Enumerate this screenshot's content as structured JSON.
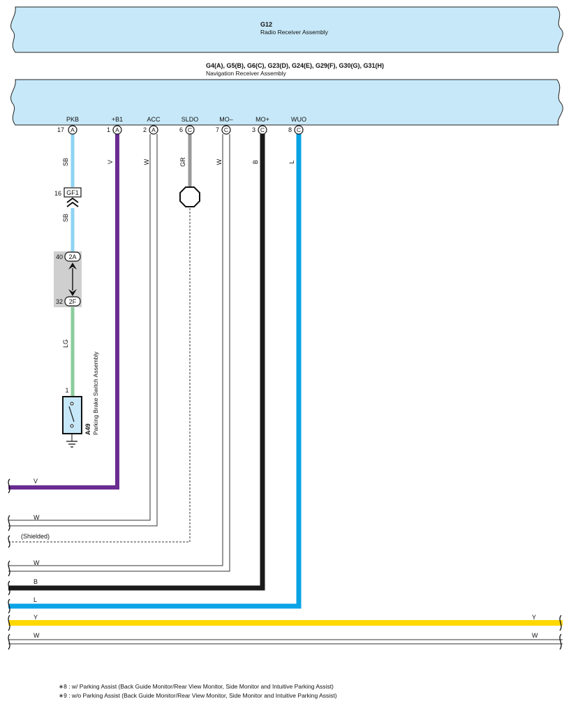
{
  "colors": {
    "assembly_fill": "#c7e8f8",
    "wire_SB": "#8fd3f2",
    "wire_V": "#6a2c91",
    "wire_W": "#444444",
    "wire_GR": "#9a9a9a",
    "wire_B": "#1a1a1a",
    "wire_L": "#0aa3e6",
    "wire_LG": "#8ccc9c",
    "wire_Y": "#ffd800",
    "connector_block": "#cfcfcf"
  },
  "radio": {
    "id": "G12",
    "name": "Radio Receiver Assembly"
  },
  "nav": {
    "connectors": "G4(A), G5(B), G6(C), G23(D), G24(E), G29(F), G30(G), G31(H)",
    "name": "Navigation Receiver Assembly"
  },
  "pins": [
    {
      "label": "PKB",
      "num": "17",
      "conn": "A",
      "wire": "SB"
    },
    {
      "label": "+B1",
      "num": "1",
      "conn": "A",
      "wire": "V"
    },
    {
      "label": "ACC",
      "num": "2",
      "conn": "A",
      "wire": "W"
    },
    {
      "label": "SLDO",
      "num": "6",
      "conn": "C",
      "wire": "GR"
    },
    {
      "label": "MO–",
      "num": "7",
      "conn": "C",
      "wire": "W"
    },
    {
      "label": "MO+",
      "num": "3",
      "conn": "C",
      "wire": "B"
    },
    {
      "label": "WUO",
      "num": "8",
      "conn": "C",
      "wire": "L"
    }
  ],
  "pkb_branch": {
    "gf1": {
      "num": "16",
      "label": "GF1"
    },
    "wire_after_gf1": "SB",
    "junction_top": {
      "num": "40",
      "label": "2A"
    },
    "junction_bottom": {
      "num": "32",
      "label": "2F"
    },
    "wire_after_junction": "LG",
    "switch": {
      "pin": "1",
      "id": "A49",
      "name": "Parking Brake Switch Assembly"
    }
  },
  "bottom_wires": {
    "v": "V",
    "w_acc": "W",
    "shielded": "(Shielded)",
    "w_mo": "W",
    "b": "B",
    "l": "L",
    "y_left": "Y",
    "y_right": "Y",
    "w_left": "W",
    "w_right": "W"
  },
  "footnotes": [
    "∗8 : w/ Parking Assist (Back Guide Monitor/Rear View Monitor,  Side Monitor and Intuitive Parking Assist)",
    "∗9 : w/o Parking Assist (Back Guide Monitor/Rear View Monitor,  Side Monitor and Intuitive Parking Assist)"
  ]
}
